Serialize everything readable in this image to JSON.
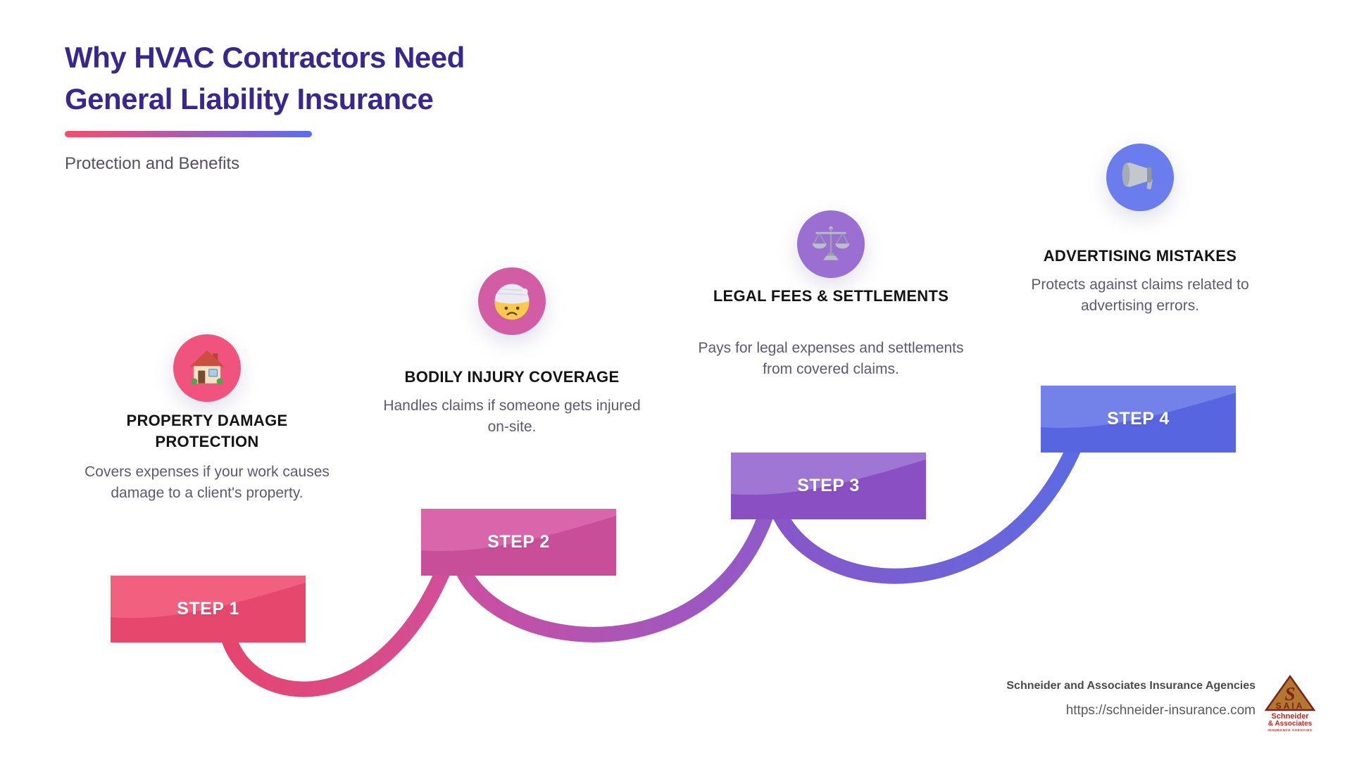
{
  "header": {
    "title_line1": "Why HVAC Contractors Need",
    "title_line2": "General Liability Insurance",
    "subtitle": "Protection and Benefits",
    "title_color": "#38278d",
    "underline_from": "#f44e6a",
    "underline_to": "#5b6cf2"
  },
  "steps": [
    {
      "step_label": "STEP 1",
      "title": "PROPERTY DAMAGE PROTECTION",
      "description": "Covers expenses if your work causes damage to a client's property.",
      "icon": "house-emoji",
      "circle_color": "#f0547e",
      "banner_color": "#e6486d",
      "banner_highlight": "#f2607f"
    },
    {
      "step_label": "STEP 2",
      "title": "BODILY INJURY COVERAGE",
      "description": "Handles claims if someone gets injured on-site.",
      "icon": "face-with-head-bandage-emoji",
      "circle_color": "#d35da5",
      "banner_color": "#c94e99",
      "banner_highlight": "#d966aa"
    },
    {
      "step_label": "STEP 3",
      "title": "LEGAL FEES & SETTLEMENTS",
      "description": "Pays for legal expenses and settlements from covered claims.",
      "icon": "balance-scale-emoji",
      "circle_color": "#9a6fd1",
      "banner_color": "#8a50c3",
      "banner_highlight": "#9f76d3"
    },
    {
      "step_label": "STEP 4",
      "title": "ADVERTISING MISTAKES",
      "description": "Protects against claims related to advertising errors.",
      "icon": "megaphone-emoji",
      "circle_color": "#6b7dec",
      "banner_color": "#5765e0",
      "banner_highlight": "#7282e9"
    }
  ],
  "connectors": [
    {
      "from": "#e5456f",
      "to": "#d14f9a"
    },
    {
      "from": "#cc4fa0",
      "to": "#8f5aca"
    },
    {
      "from": "#8956c8",
      "to": "#5b6ce2"
    }
  ],
  "footer": {
    "company": "Schneider and Associates Insurance Agencies",
    "url": "https://schneider-insurance.com",
    "logo": {
      "acronym": "SAIA",
      "line1": "Schneider",
      "line2": "& Associates",
      "line3": "INSURANCE AGENCIES"
    }
  }
}
